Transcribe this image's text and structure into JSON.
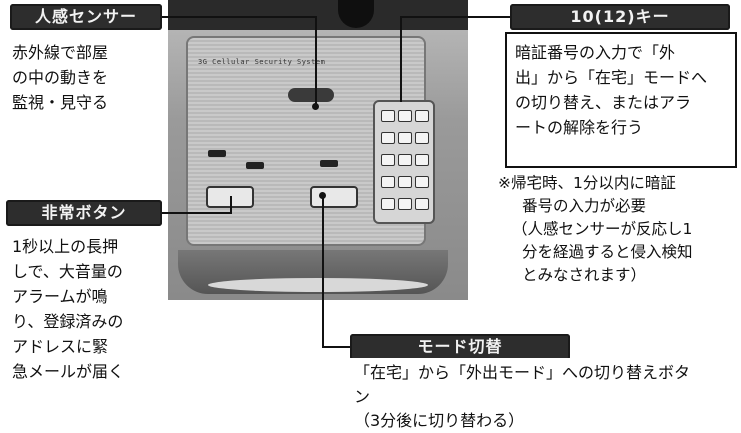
{
  "callouts": {
    "sensor": {
      "title": "人感センサー",
      "lines": [
        "赤外線で部屋",
        "の中の動きを",
        "監視・見守る"
      ]
    },
    "keypad": {
      "title": "10(12)キー",
      "lines": [
        "暗証番号の入力で「外",
        "出」から「在宅」モードへ",
        "の切り替え、またはアラ",
        "ートの解除を行う"
      ]
    },
    "note": {
      "lines": [
        "※帰宅時、1分以内に暗証",
        "番号の入力が必要",
        "（人感センサーが反応し1",
        "分を経過すると侵入検知",
        "とみなされます）"
      ]
    },
    "emergency": {
      "title": "非常ボタン",
      "lines": [
        "1秒以上の長押",
        "しで、大音量の",
        "アラームが鳴",
        "り、登録済みの",
        "アドレスに緊",
        "急メールが届く"
      ]
    },
    "mode": {
      "title": "モード切替",
      "lines": [
        "「在宅」から「外出モード」への切り替えボタン",
        "（3分後に切り替わる）"
      ]
    }
  },
  "colors": {
    "header_bg": "#2d2d2d",
    "header_text": "#f2f2f2",
    "border": "#111111"
  },
  "device": {
    "panel_label": "3G Cellular Security System"
  }
}
